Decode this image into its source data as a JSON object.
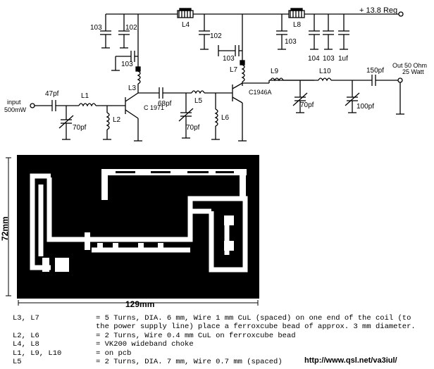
{
  "schematic": {
    "supply_label": "+ 13.8 Reg",
    "input_label_1": "input",
    "input_label_2": "500mW",
    "output_label_1": "Out 50 Ohm",
    "output_label_2": "25 Watt",
    "transistor_1": "C 1971",
    "transistor_2": "C1946A",
    "components": {
      "c_in": "47pf",
      "l1": "L1",
      "trim_in": "70pf",
      "l2": "L2",
      "l3": "L3",
      "c_103_left": "103",
      "c_102_left": "102",
      "c_103_base": "103",
      "l4": "L4",
      "c_102_mid": "102",
      "c_103_mid": "103",
      "l7": "L7",
      "c_68": "68pf",
      "l5": "L5",
      "trim_mid": "70pf",
      "l6": "L6",
      "l8": "L8",
      "c_103_right": "103",
      "c_104": "104",
      "c_103_last": "103",
      "c_1uf": "1uf",
      "l9": "L9",
      "l10": "L10",
      "trim_out": "70pf",
      "trim_100": "100pf",
      "c_150": "150pf"
    }
  },
  "pcb": {
    "width_label": "129mm",
    "height_label": "72mm"
  },
  "notes": [
    {
      "key": "L3, L7",
      "text": "= 5 Turns, DIA. 6 mm, Wire 1 mm CuL (spaced) on one end of the coil (to the power supply line) place a ferroxcube bead of approx. 3 mm diameter."
    },
    {
      "key": "L2, L6",
      "text": "= 2 Turns, Wire 0.4 mm CuL on ferroxcube bead"
    },
    {
      "key": "L4, L8",
      "text": "= VK200 wideband choke"
    },
    {
      "key": "L1, L9, L10",
      "text": "= on pcb"
    },
    {
      "key": "L5",
      "text": "= 2 Turns, DIA. 7 mm, Wire 0.7 mm (spaced)"
    }
  ],
  "footer_url": "http://www.qsl.net/va3iul/"
}
